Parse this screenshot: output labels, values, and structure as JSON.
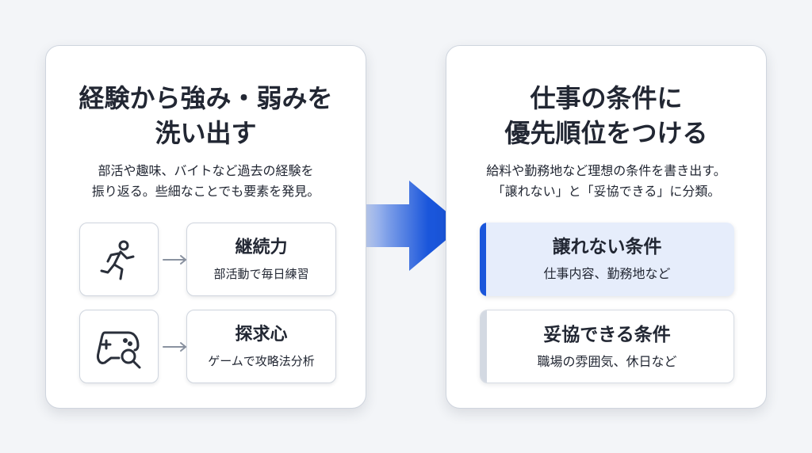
{
  "left_card": {
    "title_line1": "経験から強み・弱みを",
    "title_line2": "洗い出す",
    "desc_line1": "部活や趣味、バイトなど過去の経験を",
    "desc_line2": "振り返る。些細なことでも要素を発見。",
    "examples": [
      {
        "icon": "running-person-icon",
        "title": "継続力",
        "subtitle": "部活動で毎日練習"
      },
      {
        "icon": "game-controller-search-icon",
        "title": "探求心",
        "subtitle": "ゲームで攻略法分析"
      }
    ]
  },
  "right_card": {
    "title_line1": "仕事の条件に",
    "title_line2": "優先順位をつける",
    "desc_line1": "給料や勤務地など理想の条件を書き出す。",
    "desc_line2": "「譲れない」と「妥協できる」に分類。",
    "conditions": [
      {
        "title": "譲れない条件",
        "subtitle": "仕事内容、勤務地など",
        "accent": "#1a56db"
      },
      {
        "title": "妥協できる条件",
        "subtitle": "職場の雰囲気、休日など",
        "accent": "#d3d9e2"
      }
    ]
  },
  "colors": {
    "arrow_blue": "#1a56db",
    "primary_bg": "#e6edfb",
    "background": "#f3f5f8"
  }
}
